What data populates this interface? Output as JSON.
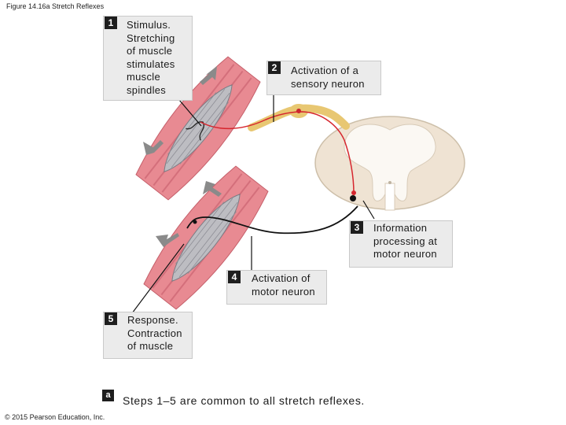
{
  "figure_title": "Figure 14.16a Stretch Reflexes",
  "copyright": "© 2015 Pearson Education, Inc.",
  "steps": [
    {
      "number": "1",
      "lines": [
        "Stimulus.",
        "Stretching",
        "of muscle",
        "stimulates",
        "muscle",
        "spindles"
      ]
    },
    {
      "number": "2",
      "lines": [
        "Activation of a",
        "sensory neuron"
      ]
    },
    {
      "number": "3",
      "lines": [
        "Information",
        "processing at",
        "motor neuron"
      ]
    },
    {
      "number": "4",
      "lines": [
        "Activation of",
        "motor neuron"
      ]
    },
    {
      "number": "5",
      "lines": [
        "Response.",
        "Contraction",
        "of muscle"
      ]
    }
  ],
  "footnote": {
    "label": "a",
    "text": "Steps 1–5 are common to all stretch reflexes."
  },
  "colors": {
    "muscle": "#e88a92",
    "spindle": "#b9b9be",
    "sensory_neuron": "#e8c772",
    "signal": "#d6262e",
    "spinal_cord_white": "#efe6da",
    "spinal_cord_gray": "#ffffff",
    "label_box": "#ebebeb",
    "number_badge": "#1e1e1e"
  }
}
